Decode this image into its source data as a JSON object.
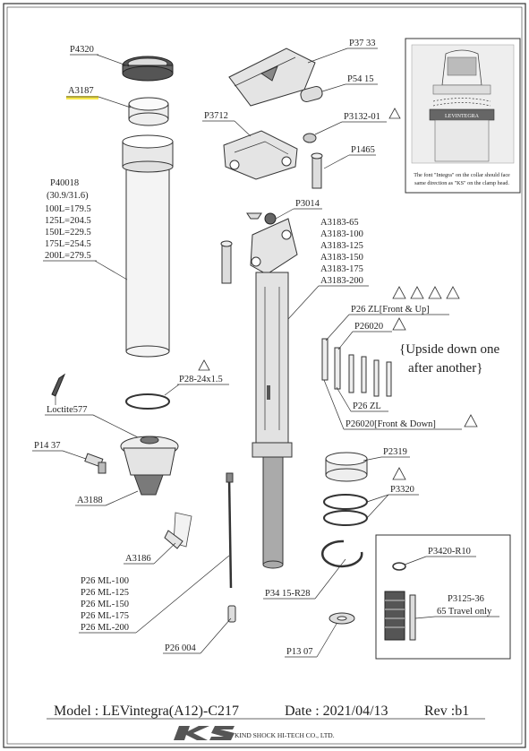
{
  "inset": {
    "collar_text": "LEVINTEGRA",
    "caption_1": "The font \"Integra\" on the collar should face",
    "caption_2": "same direction as \"KS\" on the clamp head."
  },
  "labels": {
    "p4320": "P4320",
    "a3187": "A3187",
    "p40018": "P40018",
    "p40018_diam": "(30.9/31.6)",
    "l100": "100L=179.5",
    "l125": "125L=204.5",
    "l150": "150L=229.5",
    "l175": "175L=254.5",
    "l200": "200L=279.5",
    "p28": "P28-24x1.5",
    "loctite": "Loctite577",
    "p1437": "P14 37",
    "a3188": "A3188",
    "a3186": "A3186",
    "ml100": "P26 ML-100",
    "ml125": "P26 ML-125",
    "ml150": "P26 ML-150",
    "ml175": "P26 ML-175",
    "ml200": "P26 ML-200",
    "p26004": "P26 004",
    "p3733": "P37 33",
    "p5415": "P54 15",
    "p3712": "P3712",
    "p313201": "P3132-01",
    "p1465": "P1465",
    "p3014": "P3014",
    "a318365": "A3183-65",
    "a3183100": "A3183-100",
    "a3183125": "A3183-125",
    "a3183150": "A3183-150",
    "a3183175": "A3183-175",
    "a3183200": "A3183-200",
    "p26zl_front_up": "P26 ZL[Front & Up]",
    "p26020": "P26020",
    "p26zl": "P26 ZL",
    "p26020_front_down": "P26020[Front & Down]",
    "p2319": "P2319",
    "p3320": "P3320",
    "p3415r28": "P34 15-R28",
    "p1307": "P13 07",
    "p3420r10": "P3420-R10",
    "p312536": "P3125-36",
    "travel65": "65 Travel only"
  },
  "notes": {
    "upside_1": "{Upside down one",
    "upside_2": "after another}"
  },
  "footer": {
    "model": "Model : LEVintegra(A12)-C217",
    "date": "Date : 2021/04/13",
    "rev": "Rev :b1",
    "company": "KIND SHOCK HI-TECH CO., LTD."
  }
}
